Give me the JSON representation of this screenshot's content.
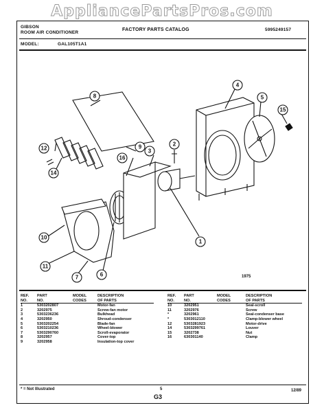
{
  "watermark": "AppliancePartsPros.com",
  "header": {
    "brand": "GIBSON",
    "product": "ROOM AIR CONDITIONER",
    "catalog": "FACTORY PARTS CATALOG",
    "catalog_number": "5995249157",
    "model_label": "MODEL:",
    "model_value": "GAL105T1A1"
  },
  "diagram": {
    "callouts": [
      "1",
      "2",
      "3",
      "4",
      "5",
      "6",
      "7",
      "8",
      "9",
      "10",
      "11",
      "12",
      "14",
      "15",
      "16"
    ],
    "figure_number": "1975"
  },
  "table_headers": {
    "ref_no": [
      "REF.",
      "NO."
    ],
    "part_no": [
      "PART",
      "NO."
    ],
    "model_codes": [
      "MODEL",
      "CODES"
    ],
    "description": [
      "DESCRIPTION",
      "OF PARTS"
    ]
  },
  "parts_left": [
    {
      "ref": "1",
      "part": "5303202807",
      "codes": "",
      "desc": "Motor-fan"
    },
    {
      "ref": "2",
      "part": "3202975",
      "codes": "",
      "desc": "Screw-fan motor"
    },
    {
      "ref": "3",
      "part": "5303236236",
      "codes": "",
      "desc": "Bulkhead"
    },
    {
      "ref": "4",
      "part": "3202950",
      "codes": "",
      "desc": "Shroud-condenser"
    },
    {
      "ref": "5",
      "part": "5303202254",
      "codes": "",
      "desc": "Blade-fan"
    },
    {
      "ref": "6",
      "part": "5303210236",
      "codes": "",
      "desc": "Wheel-blower"
    },
    {
      "ref": "7",
      "part": "5303290760",
      "codes": "",
      "desc": "Scroll-evaporator"
    },
    {
      "ref": "8",
      "part": "3202957",
      "codes": "",
      "desc": "Cover-top"
    },
    {
      "ref": "9",
      "part": "3202958",
      "codes": "",
      "desc": "Insulation-top cover"
    }
  ],
  "parts_right": [
    {
      "ref": "10",
      "part": "3202951",
      "codes": "",
      "desc": "Seal-scroll"
    },
    {
      "ref": "11",
      "part": "3202976",
      "codes": "",
      "desc": "Screw"
    },
    {
      "ref": "*",
      "part": "3202961",
      "codes": "",
      "desc": "Seal-condenser base"
    },
    {
      "ref": "*",
      "part": "5303012110",
      "codes": "",
      "desc": "Clamp-blower wheel"
    },
    {
      "ref": "12",
      "part": "5303281923",
      "codes": "",
      "desc": "Motor-drive"
    },
    {
      "ref": "14",
      "part": "5303299761",
      "codes": "",
      "desc": "Louver"
    },
    {
      "ref": "15",
      "part": "3202738",
      "codes": "",
      "desc": "Nut"
    },
    {
      "ref": "16",
      "part": "630301140",
      "codes": "",
      "desc": "Clamp"
    }
  ],
  "footer": {
    "note": "* = Not Illustrated",
    "page": "5",
    "section": "G3",
    "date": "12/89"
  }
}
